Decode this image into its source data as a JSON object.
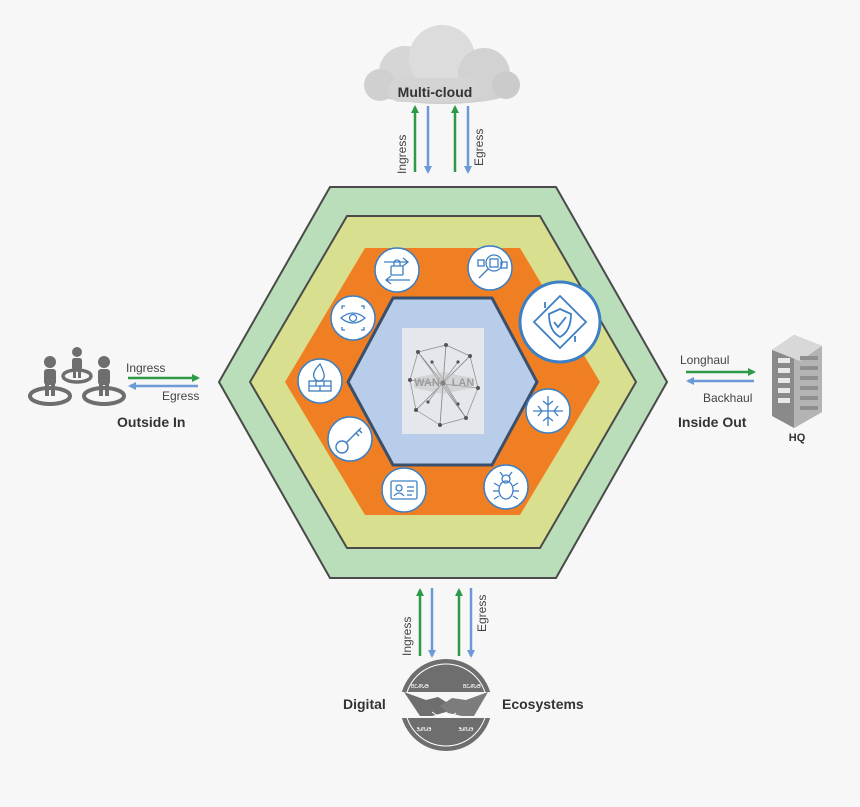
{
  "colors": {
    "outer_ring": "#b9deb9",
    "middle_ring": "#d8e08f",
    "inner_band": "#f07f23",
    "core": "#b7cde9",
    "ingress_arrow": "#2e9a48",
    "egress_arrow": "#6b9ad6",
    "icon_stroke": "#3d7fc4",
    "gray_shape": "#6e6e6e"
  },
  "top": {
    "cloud_label": "Multi-cloud",
    "ingress": "Ingress",
    "egress": "Egress"
  },
  "left": {
    "ingress": "Ingress",
    "egress": "Egress",
    "caption": "Outside In"
  },
  "right": {
    "longhaul": "Longhaul",
    "backhaul": "Backhaul",
    "caption": "Inside Out",
    "building_label": "HQ"
  },
  "bottom": {
    "ingress": "Ingress",
    "egress": "Egress",
    "caption_left": "Digital",
    "caption_right": "Ecosystems",
    "seal_top_left": "ᏴᏝᏗᏒᏗᏕ",
    "seal_top_right": "ᏴᏝᏗᏒᏗᏕ",
    "seal_bottom_left": "ᏕᏗᏒᏗᏕ",
    "seal_bottom_right": "ᏕᏗᏒᏗᏕ"
  },
  "core": {
    "wan": "WAN",
    "lan": "LAN"
  },
  "service_icons": [
    "encryption-icon",
    "inspection-icon",
    "visibility-icon",
    "protected-shield-icon",
    "firewall-icon",
    "threat-target-icon",
    "key-icon",
    "identity-card-icon",
    "malware-bug-icon"
  ]
}
